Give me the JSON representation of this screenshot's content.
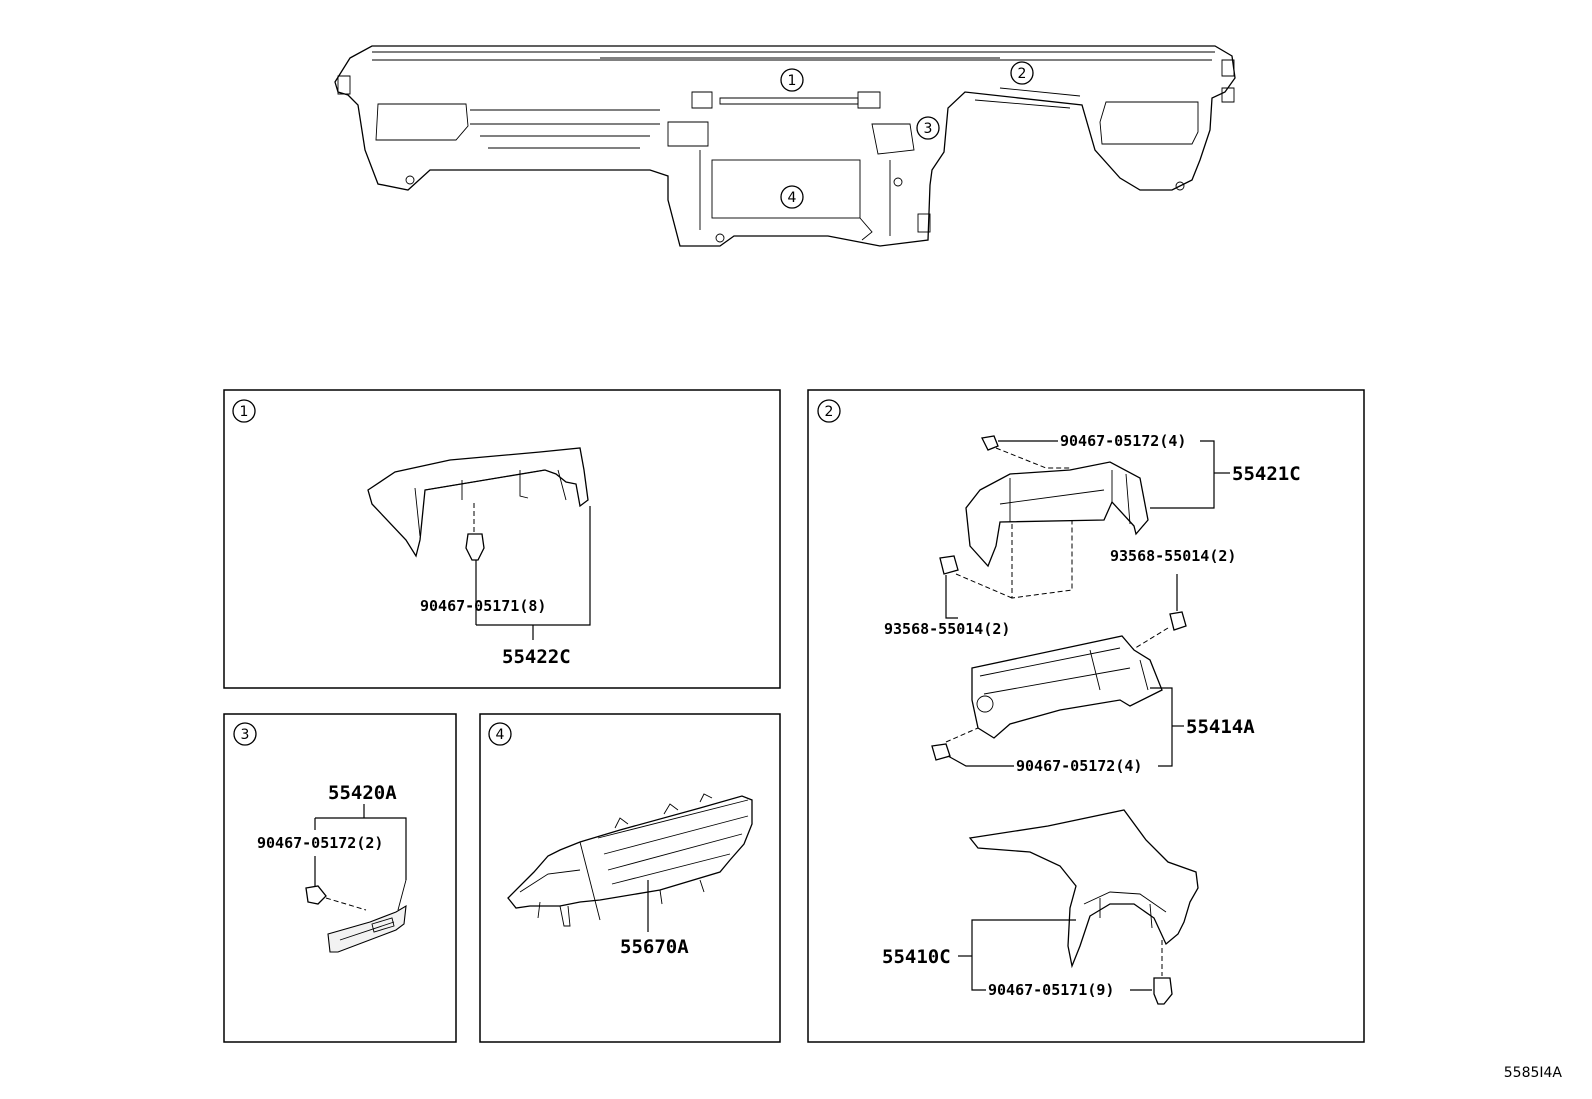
{
  "overview": {
    "callouts": [
      "1",
      "2",
      "3",
      "4"
    ]
  },
  "panels": [
    {
      "index": "1",
      "parts": [
        "90467-05171(8)",
        "55422C"
      ]
    },
    {
      "index": "2",
      "parts": [
        "90467-05172(4)",
        "55421C",
        "93568-55014(2)",
        "93568-55014(2)",
        "55414A",
        "90467-05172(4)",
        "55410C",
        "90467-05171(9)"
      ]
    },
    {
      "index": "3",
      "parts": [
        "55420A",
        "90467-05172(2)"
      ]
    },
    {
      "index": "4",
      "parts": [
        "55670A"
      ]
    }
  ],
  "diagram_code": "5585I4A"
}
